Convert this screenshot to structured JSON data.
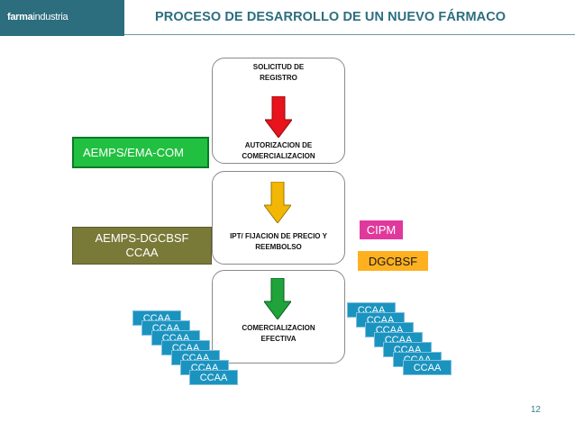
{
  "header": {
    "logo_bold": "farma",
    "logo_light": "industria",
    "title": "PROCESO DE DESARROLLO DE UN NUEVO FÁRMACO"
  },
  "stages": [
    {
      "top_label": "SOLICITUD DE REGISTRO",
      "bottom_label": "AUTORIZACION DE COMERCIALIZACION",
      "arrow_color": "#e8131b"
    },
    {
      "top_label": "",
      "bottom_label": "IPT/ FIJACION DE PRECIO Y REEMBOLSO",
      "arrow_color": "#f2b705"
    },
    {
      "top_label": "",
      "bottom_label": "COMERCIALIZACION EFECTIVA",
      "arrow_color": "#1fa33a"
    }
  ],
  "tags": {
    "ema": "AEMPS/EMA-COM",
    "dg_line1": "AEMPS-DGCBSF",
    "dg_line2": "CCAA",
    "cipm": "CIPM",
    "dgcbsf": "DGCBSF"
  },
  "ccaa_label": "CCAA",
  "page_number": "12"
}
